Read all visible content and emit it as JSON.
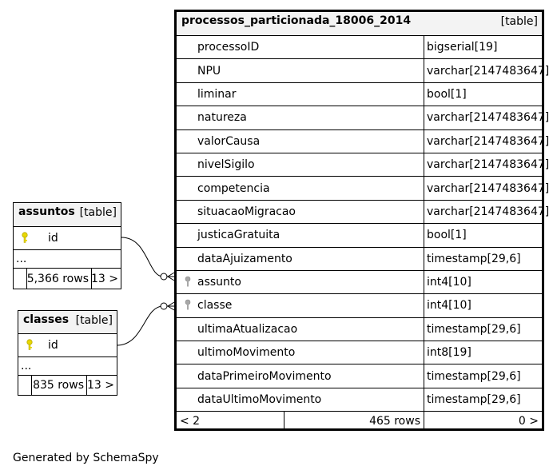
{
  "main_table": {
    "name": "processos_particionada_18006_2014",
    "tag": "[table]",
    "columns": [
      {
        "name": "processoID",
        "type": "bigserial[19]",
        "key": "none"
      },
      {
        "name": "NPU",
        "type": "varchar[2147483647]",
        "key": "none"
      },
      {
        "name": "liminar",
        "type": "bool[1]",
        "key": "none"
      },
      {
        "name": "natureza",
        "type": "varchar[2147483647]",
        "key": "none"
      },
      {
        "name": "valorCausa",
        "type": "varchar[2147483647]",
        "key": "none"
      },
      {
        "name": "nivelSigilo",
        "type": "varchar[2147483647]",
        "key": "none"
      },
      {
        "name": "competencia",
        "type": "varchar[2147483647]",
        "key": "none"
      },
      {
        "name": "situacaoMigracao",
        "type": "varchar[2147483647]",
        "key": "none"
      },
      {
        "name": "justicaGratuita",
        "type": "bool[1]",
        "key": "none"
      },
      {
        "name": "dataAjuizamento",
        "type": "timestamp[29,6]",
        "key": "none"
      },
      {
        "name": "assunto",
        "type": "int4[10]",
        "key": "foreign"
      },
      {
        "name": "classe",
        "type": "int4[10]",
        "key": "foreign"
      },
      {
        "name": "ultimaAtualizacao",
        "type": "timestamp[29,6]",
        "key": "none"
      },
      {
        "name": "ultimoMovimento",
        "type": "int8[19]",
        "key": "none"
      },
      {
        "name": "dataPrimeiroMovimento",
        "type": "timestamp[29,6]",
        "key": "none"
      },
      {
        "name": "dataUltimoMovimento",
        "type": "timestamp[29,6]",
        "key": "none"
      }
    ],
    "footer": {
      "parents": "< 2",
      "rows": "465 rows",
      "children": "0 >"
    }
  },
  "side_tables": [
    {
      "id": "assuntos",
      "name": "assuntos",
      "tag": "[table]",
      "columns": [
        {
          "name": "id",
          "key": "primary"
        }
      ],
      "ellipsis": "...",
      "footer": {
        "rows": "5,366 rows",
        "children": "13 >"
      }
    },
    {
      "id": "classes",
      "name": "classes",
      "tag": "[table]",
      "columns": [
        {
          "name": "id",
          "key": "primary"
        }
      ],
      "ellipsis": "...",
      "footer": {
        "rows": "835 rows",
        "children": "13 >"
      }
    }
  ],
  "colors": {
    "primary_key": "#e8d800",
    "foreign_key": "#a8a8a8",
    "header_bg": "#f3f3f3",
    "border": "#000000"
  },
  "credit": "Generated by SchemaSpy"
}
